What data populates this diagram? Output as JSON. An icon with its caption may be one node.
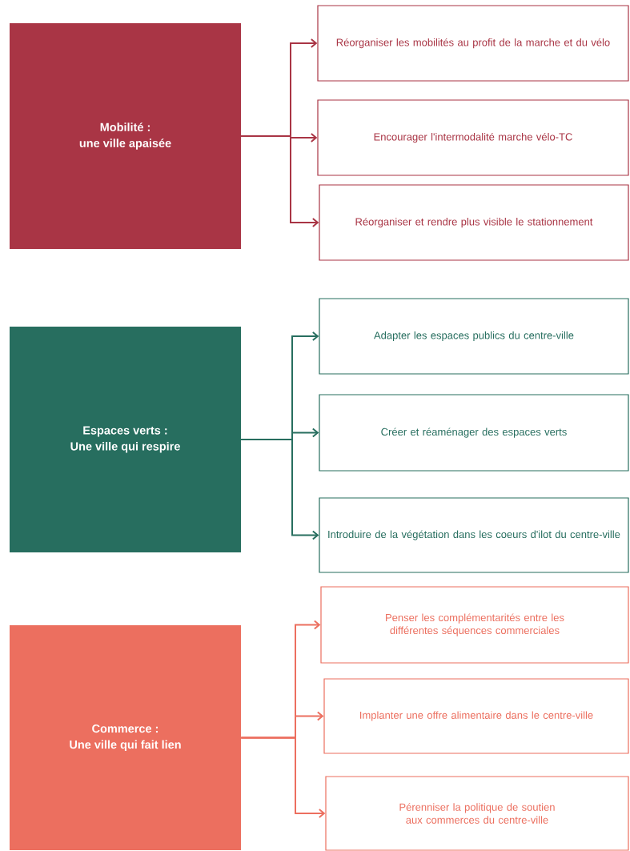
{
  "diagram": {
    "nodes": [
      {
        "text": [
          "Mobilité :",
          "une ville apaisée"
        ]
      },
      {
        "text": [
          "Réorganiser les mobilités au profit de la marche et du vélo"
        ]
      },
      {
        "text": [
          "Encourager l'intermodalité marche vélo-TC"
        ]
      },
      {
        "text": [
          "Réorganiser et rendre plus visible le stationnement"
        ]
      },
      {
        "text": [
          "Espaces verts :",
          "Une ville qui respire"
        ]
      },
      {
        "text": [
          "Adapter les espaces publics du centre-ville"
        ]
      },
      {
        "text": [
          "Créer et réaménager des espaces verts"
        ]
      },
      {
        "text": [
          "Introduire de la végétation dans les coeurs d'ilot du centre-ville"
        ]
      },
      {
        "text": [
          "Commerce :",
          "Une ville qui fait lien"
        ]
      },
      {
        "text": [
          "Penser les complémentarités entre les différentes séquences commerciales"
        ]
      },
      {
        "text": [
          "Implanter une offre alimentaire dans le centre-ville"
        ]
      },
      {
        "text": [
          "Pérenniser la politique de soutien aux commerces du centre-ville"
        ]
      }
    ],
    "edges": [
      {
        "from": 0,
        "to": 1,
        "arrow": "to",
        "color": "#a93545"
      },
      {
        "from": 0,
        "to": 2,
        "arrow": "to",
        "color": "#a93545"
      },
      {
        "from": 0,
        "to": 3,
        "arrow": "to",
        "color": "#a93545"
      },
      {
        "from": 4,
        "to": 5,
        "arrow": "to",
        "color": "#276e5f"
      },
      {
        "from": 4,
        "to": 6,
        "arrow": "to",
        "color": "#276e5f"
      },
      {
        "from": 4,
        "to": 7,
        "arrow": "to",
        "color": "#276e5f"
      },
      {
        "from": 8,
        "to": 9,
        "arrow": "to",
        "color": "#ec6f5f"
      },
      {
        "from": 8,
        "to": 10,
        "arrow": "to",
        "color": "#ec6f5f"
      },
      {
        "from": 8,
        "to": 11,
        "arrow": "to",
        "color": "#ec6f5f"
      }
    ]
  }
}
